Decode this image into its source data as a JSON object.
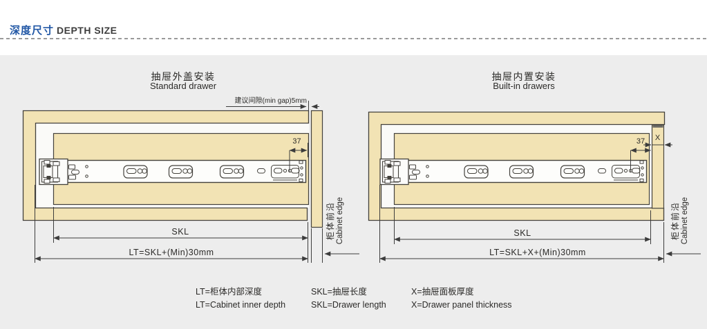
{
  "header": {
    "title_zh": "深度尺寸",
    "title_en": "DEPTH SIZE"
  },
  "left_diagram": {
    "title_zh": "抽屉外盖安装",
    "title_en": "Standard drawer",
    "gap_note": "建议间隙(min gap)5mm",
    "dim_37": "37",
    "skl_label": "SKL",
    "lt_formula": "LT=SKL+(Min)30mm",
    "cabinet_edge_zh": "柜体前沿",
    "cabinet_edge_en": "Cabinet edge"
  },
  "right_diagram": {
    "title_zh": "抽屉内置安装",
    "title_en": "Built-in drawers",
    "dim_37": "37",
    "dim_x": "X",
    "skl_label": "SKL",
    "lt_formula": "LT=SKL+X+(Min)30mm",
    "cabinet_edge_zh": "柜体前沿",
    "cabinet_edge_en": "Cabinet edge"
  },
  "legend": {
    "items": [
      {
        "zh": "LT=柜体内部深度",
        "en": "LT=Cabinet inner depth"
      },
      {
        "zh": "SKL=抽屉长度",
        "en": "SKL=Drawer length"
      },
      {
        "zh": "X=抽屉面板厚度",
        "en": "X=Drawer panel thickness"
      }
    ]
  },
  "colors": {
    "accent_blue": "#2157A5",
    "wood_fill": "#F2E3B4",
    "outline": "#43413C",
    "panel_bg": "#EDEDED"
  }
}
